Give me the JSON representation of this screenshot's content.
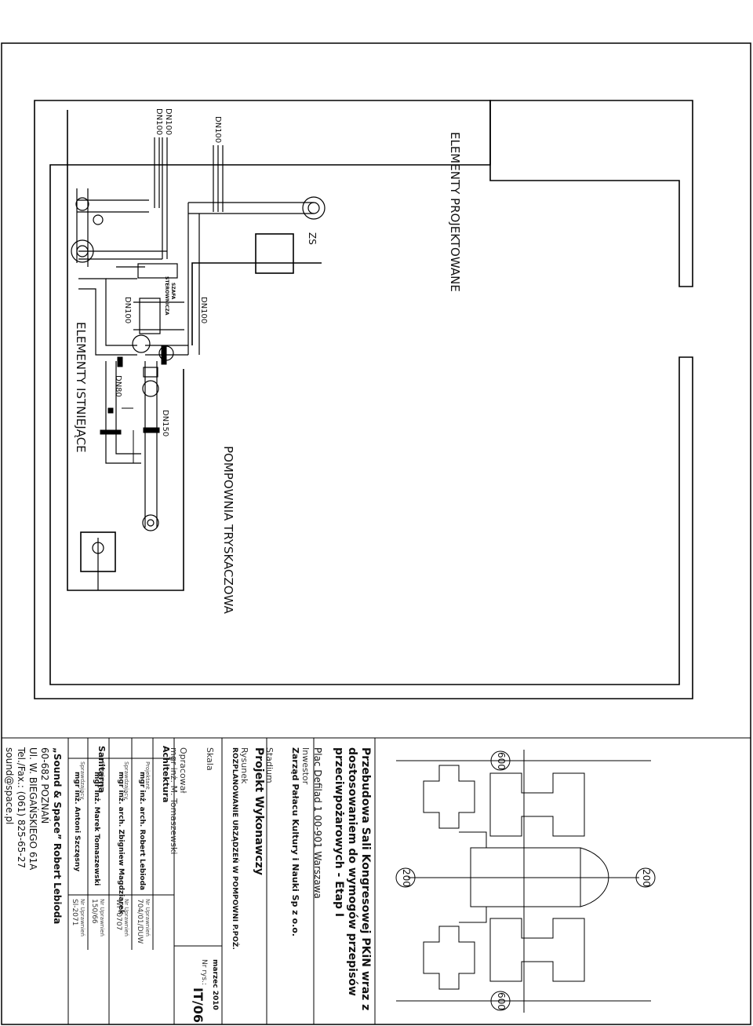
{
  "plan": {
    "label_projected": "ELEMENTY PROJEKTOWANE",
    "label_existing": "ELEMENTY ISTNIEJĄCE",
    "room_name": "POMPOWNIA TRYSKACZOWA",
    "cabinet_line1": "SZAFA",
    "cabinet_line2": "STEROWNICZA",
    "zs": "ZS",
    "pipe_labels": {
      "dn100_a": "DN100",
      "dn100_b": "DN100",
      "dn100_c": "DN100",
      "dn100_d": "DN100",
      "dn100_e": "DN100",
      "dn80": "DN80",
      "dn150": "DN150"
    }
  },
  "key_plan": {
    "axis_600_top": "600",
    "axis_600_bottom": "600",
    "axis_200_left": "200",
    "axis_200_right": "200"
  },
  "title_block": {
    "project_title_1": "Przebudowa Sali Kongresowej PKiN wraz z",
    "project_title_2": "dostosowaniem do wymogów przepisów",
    "project_title_3": "przeciwpożarowych  - Etap I",
    "address": "Plac Defilad 1 00-901 Warszawa",
    "investor_label": "Inwestor",
    "investor": "Zarząd Pałacu Kultury i Nauki Sp z o.o.",
    "stage_label": "Stadium",
    "stage": "Projekt Wykonawczy",
    "drawing_label": "Rysunek",
    "drawing": "ROZPLANOWANIE URZĄDZEŃ W POMPOWNI P.POŻ.",
    "scale_label": "Skala",
    "date": "marzec 2010",
    "drawing_no_label": "Nr rys.:",
    "drawing_no": "IT/06",
    "prepared_label": "Opracował",
    "prepared_by": "mgr inż.  M. Tomaszewski",
    "arch_header": "Achitektura",
    "arch_designer_label": "Projektant",
    "arch_designer": "mgr inż. arch. Robert Lebioda",
    "arch_designer_perm_label": "Nr Uprawnień",
    "arch_designer_perm": "704/01/DUW",
    "arch_checker_label": "Sprawdzający",
    "arch_checker": "mgr inż. arch. Zbigniew Magdziarek",
    "arch_checker_perm_label": "Nr Uprawnień",
    "arch_checker_perm": "WP-0707",
    "san_header": "Sanitarna",
    "san_designer_label": "Projektant",
    "san_designer": "mgr inż. Marek Tomaszewski",
    "san_designer_perm_label": "Nr Uprawnień",
    "san_designer_perm": "150/66",
    "san_checker_label": "Sprawdzający",
    "san_checker": "mgr inż. Antoni Szczęsny",
    "san_checker_perm_label": "Nr Uprawnień",
    "san_checker_perm": "Sl-2071",
    "company_name": "„Sound & Space” Robert Lebioda",
    "company_city": "60-682 POZNAŃ",
    "company_street": "Ul. W. BIEGAŃSKIEGO 61A",
    "company_phone": "Tel./Fax.: (061) 825-65-27",
    "company_email": "sound@space.pl"
  }
}
